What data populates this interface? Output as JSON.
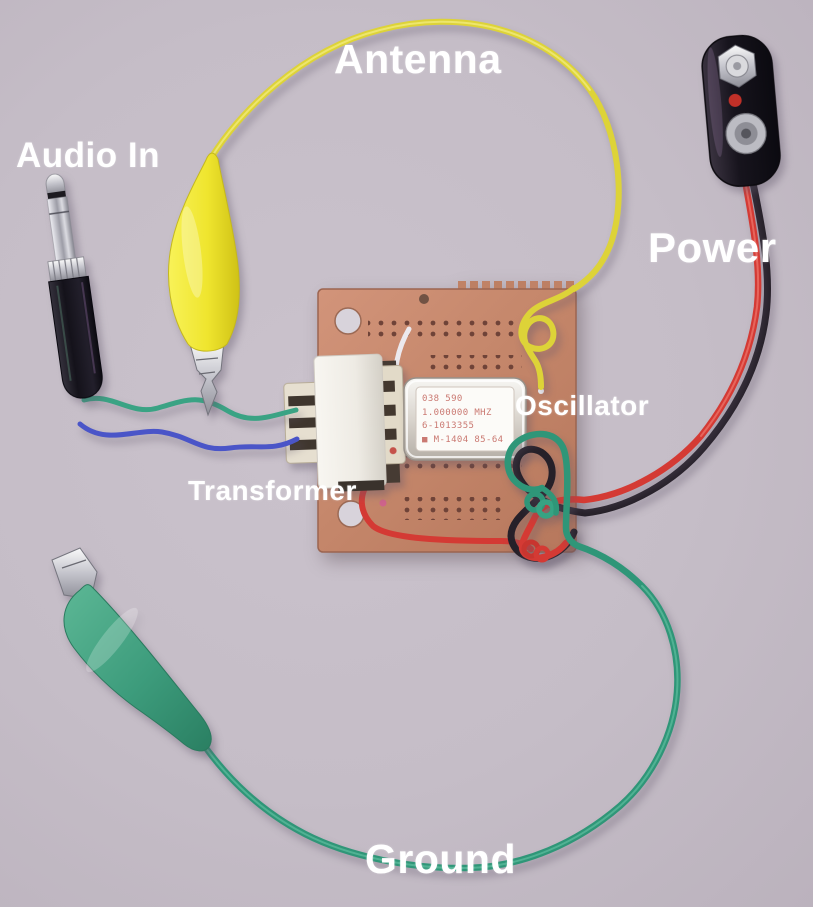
{
  "labels": {
    "antenna": "Antenna",
    "audio_in": "Audio In",
    "power": "Power",
    "oscillator": "Oscillator",
    "transformer": "Transformer",
    "ground": "Ground"
  },
  "oscillator_markings": {
    "line1": "038 590",
    "line2": "1.000000 MHZ",
    "line3": "6-1013355",
    "line4": "■ M-1404 85-64"
  },
  "colors": {
    "background": "#c5bdc7",
    "board": "#c5876b",
    "antenna_wire_yellow": "#ddd338",
    "ground_wire_green": "#2f9678",
    "audio_wire_green": "#3aa384",
    "audio_wire_blue": "#4a55c8",
    "power_wire_red": "#d43a34",
    "power_wire_black": "#262029",
    "label_text": "#ffffff",
    "oscillator_print": "#c2635b"
  }
}
